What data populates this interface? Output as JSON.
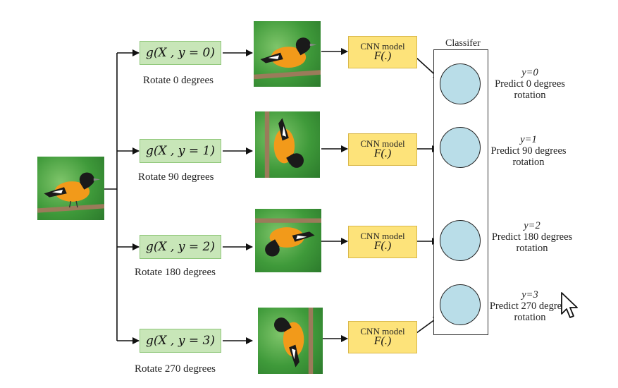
{
  "classifier": {
    "title": "Classifer"
  },
  "branches": [
    {
      "function": "g(X , y = 0)",
      "caption": "Rotate 0 degrees",
      "model": "CNN model",
      "model_fn": "F(.)",
      "y_label": "y=0",
      "predict": "Predict 0 degrees",
      "rotation": "rotation"
    },
    {
      "function": "g(X , y = 1)",
      "caption": "Rotate 90 degrees",
      "model": "CNN model",
      "model_fn": "F(.)",
      "y_label": "y=1",
      "predict": "Predict 90 degrees",
      "rotation": "rotation"
    },
    {
      "function": "g(X , y = 2)",
      "caption": "Rotate 180 degrees",
      "model": "CNN model",
      "model_fn": "F(.)",
      "y_label": "y=2",
      "predict": "Predict 180 degrees",
      "rotation": "rotation"
    },
    {
      "function": "g(X , y = 3)",
      "caption": "Rotate 270 degrees",
      "model": "CNN model",
      "model_fn": "F(.)",
      "y_label": "y=3",
      "predict": "Predict 270 degrees",
      "rotation": "rotation"
    }
  ],
  "colors": {
    "function_box": "#c8e6b8",
    "cnn_box": "#fde37a",
    "node": "#b9dde8",
    "photo_bg": "#3f9a3a"
  }
}
